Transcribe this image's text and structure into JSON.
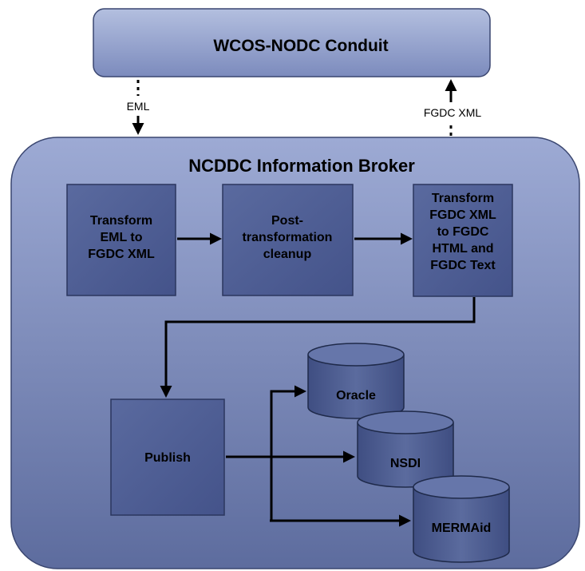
{
  "conduit": {
    "title": "WCOS-NODC Conduit"
  },
  "broker": {
    "title": "NCDDC Information Broker"
  },
  "flows": {
    "in_label": "EML",
    "out_label": "FGDC XML"
  },
  "steps": [
    {
      "lines": [
        "Transform",
        "EML to",
        "FGDC XML"
      ]
    },
    {
      "lines": [
        "Post-",
        "transformation",
        "cleanup"
      ]
    },
    {
      "lines": [
        "Transform",
        "FGDC XML",
        "to FGDC",
        "HTML and",
        "FGDC Text"
      ]
    }
  ],
  "publish": {
    "label": "Publish"
  },
  "databases": [
    {
      "label": "Oracle"
    },
    {
      "label": "NSDI"
    },
    {
      "label": "MERMAid"
    }
  ],
  "colors": {
    "panel_light": "#a9b5d8",
    "panel_dark": "#5b6a9c",
    "box_fill": "#4f5f95",
    "box_fill_dark": "#40507f",
    "outline": "#1f2a4a",
    "arrow": "#000000"
  }
}
